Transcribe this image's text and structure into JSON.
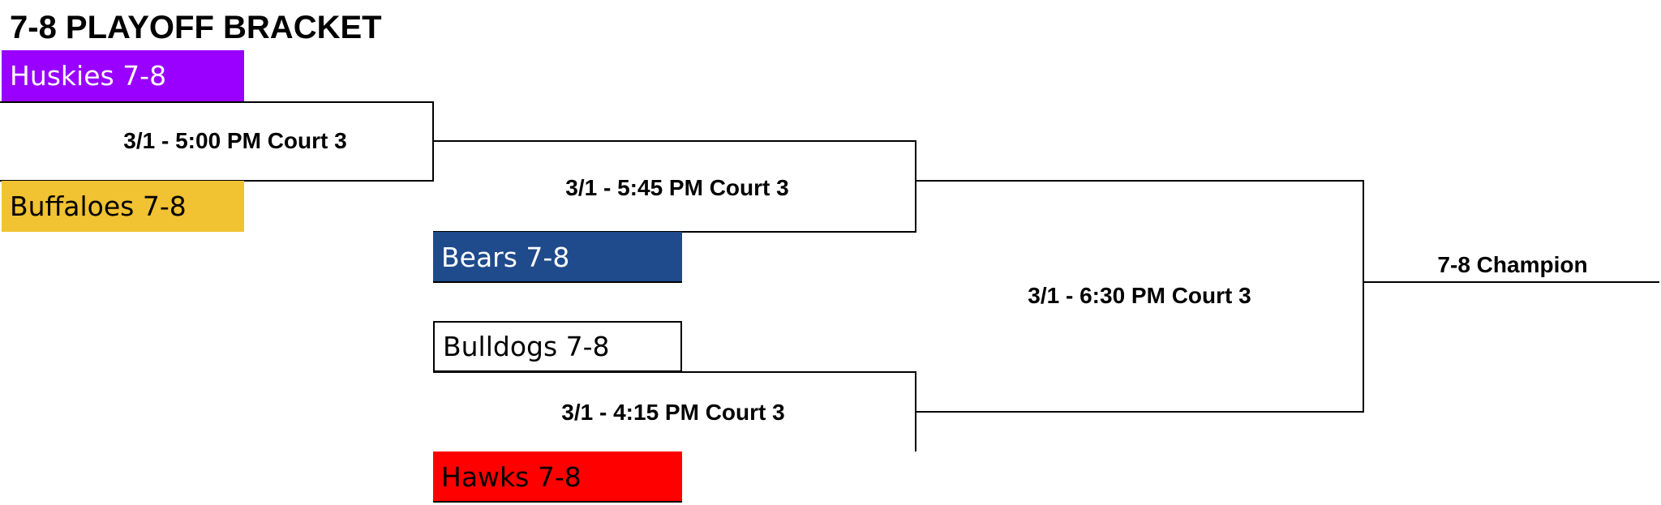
{
  "title": "7-8 PLAYOFF BRACKET",
  "teams": [
    {
      "name": "Huskies 7-8",
      "bg": "#9900ff",
      "fg": "#ffffff"
    },
    {
      "name": "Buffaloes 7-8",
      "bg": "#f1c232",
      "fg": "#000000"
    },
    {
      "name": "Bears 7-8",
      "bg": "#1f4a8c",
      "fg": "#ffffff"
    },
    {
      "name": "Bulldogs 7-8",
      "bg": "#ffffff",
      "fg": "#000000"
    },
    {
      "name": "Hawks 7-8",
      "bg": "#ff0000",
      "fg": "#000000"
    }
  ],
  "games": [
    "3/1 - 5:00 PM Court 3",
    "3/1 - 5:45 PM Court 3",
    "3/1 - 4:15 PM Court 3",
    "3/1 - 6:30 PM Court 3"
  ],
  "champion_label": "7-8 Champion"
}
